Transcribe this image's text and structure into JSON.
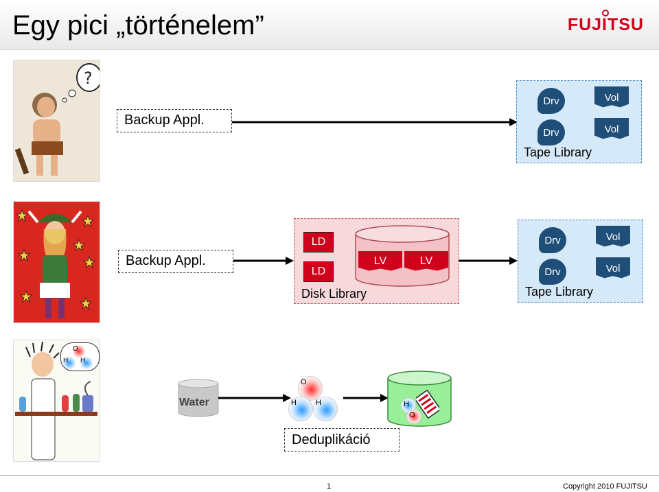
{
  "slide": {
    "title": "Egy pici „történelem”",
    "logo": "FUJITSU"
  },
  "row1": {
    "backup_label": "Backup Appl.",
    "tape_library": {
      "label": "Tape Library",
      "drives": [
        "Drv",
        "Drv"
      ],
      "volumes": [
        "Vol",
        "Vol"
      ]
    }
  },
  "row2": {
    "backup_label": "Backup Appl.",
    "disk_library": {
      "label": "Disk Library",
      "logical_disks": [
        "LD",
        "LD"
      ],
      "logical_volumes": [
        "LV",
        "LV"
      ]
    },
    "tape_library": {
      "label": "Tape Library",
      "drives": [
        "Drv",
        "Drv"
      ],
      "volumes": [
        "Vol",
        "Vol"
      ]
    }
  },
  "row3": {
    "water_label": "Water",
    "dedup_label": "Deduplikáció",
    "bubble_atoms": [
      "O",
      "H",
      "H"
    ],
    "molecule_atoms": [
      "O",
      "H",
      "H"
    ],
    "stored_atoms": [
      "H",
      "O"
    ]
  },
  "footer": {
    "page_number": "1",
    "copyright": "Copyright 2010 FUJITSU"
  }
}
